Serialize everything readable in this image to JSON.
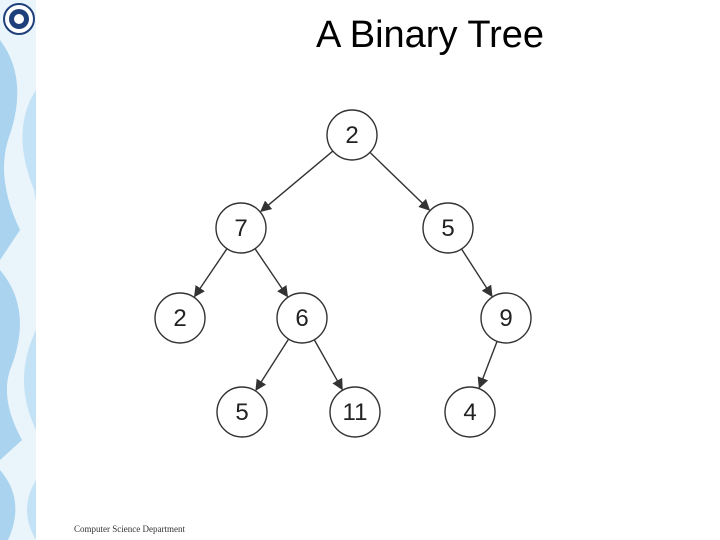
{
  "slide": {
    "title": "A Binary Tree",
    "footer": "Computer Science Department"
  },
  "colors": {
    "band": "#a9d3ee",
    "band_light": "#d8ecf8",
    "logo": "#1f3f7a",
    "node_stroke": "#333333",
    "edge": "#333333"
  },
  "tree": {
    "nodes": [
      {
        "id": "n1",
        "label": "2"
      },
      {
        "id": "n2",
        "label": "7"
      },
      {
        "id": "n3",
        "label": "5"
      },
      {
        "id": "n4",
        "label": "2"
      },
      {
        "id": "n5",
        "label": "6"
      },
      {
        "id": "n6",
        "label": "9"
      },
      {
        "id": "n7",
        "label": "5"
      },
      {
        "id": "n8",
        "label": "11"
      },
      {
        "id": "n9",
        "label": "4"
      }
    ],
    "edges": [
      {
        "from": "n1",
        "to": "n2"
      },
      {
        "from": "n1",
        "to": "n3"
      },
      {
        "from": "n2",
        "to": "n4"
      },
      {
        "from": "n2",
        "to": "n5"
      },
      {
        "from": "n3",
        "to": "n6"
      },
      {
        "from": "n5",
        "to": "n7"
      },
      {
        "from": "n5",
        "to": "n8"
      },
      {
        "from": "n6",
        "to": "n9"
      }
    ]
  }
}
